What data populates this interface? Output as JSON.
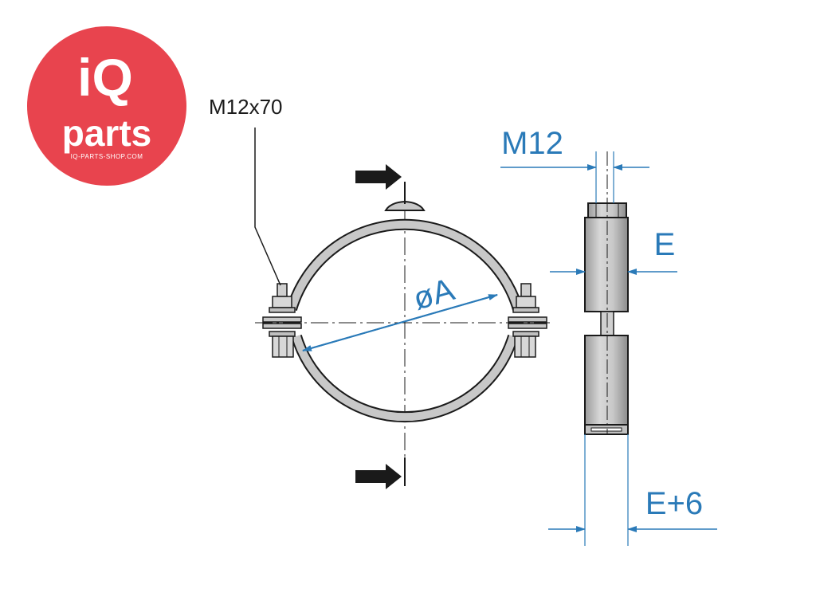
{
  "logo": {
    "line1": "iQ",
    "line2": "parts",
    "line3": "IQ-PARTS-SHOP.COM",
    "color": "#e8444e"
  },
  "labels": {
    "bolt": "M12x70",
    "diameter": "øA",
    "thread": "M12",
    "width": "E",
    "width_plus": "E+6"
  },
  "colors": {
    "dimension": "#2a7ab8",
    "outline": "#1a1a1a",
    "steel": "#c4c4c4"
  }
}
